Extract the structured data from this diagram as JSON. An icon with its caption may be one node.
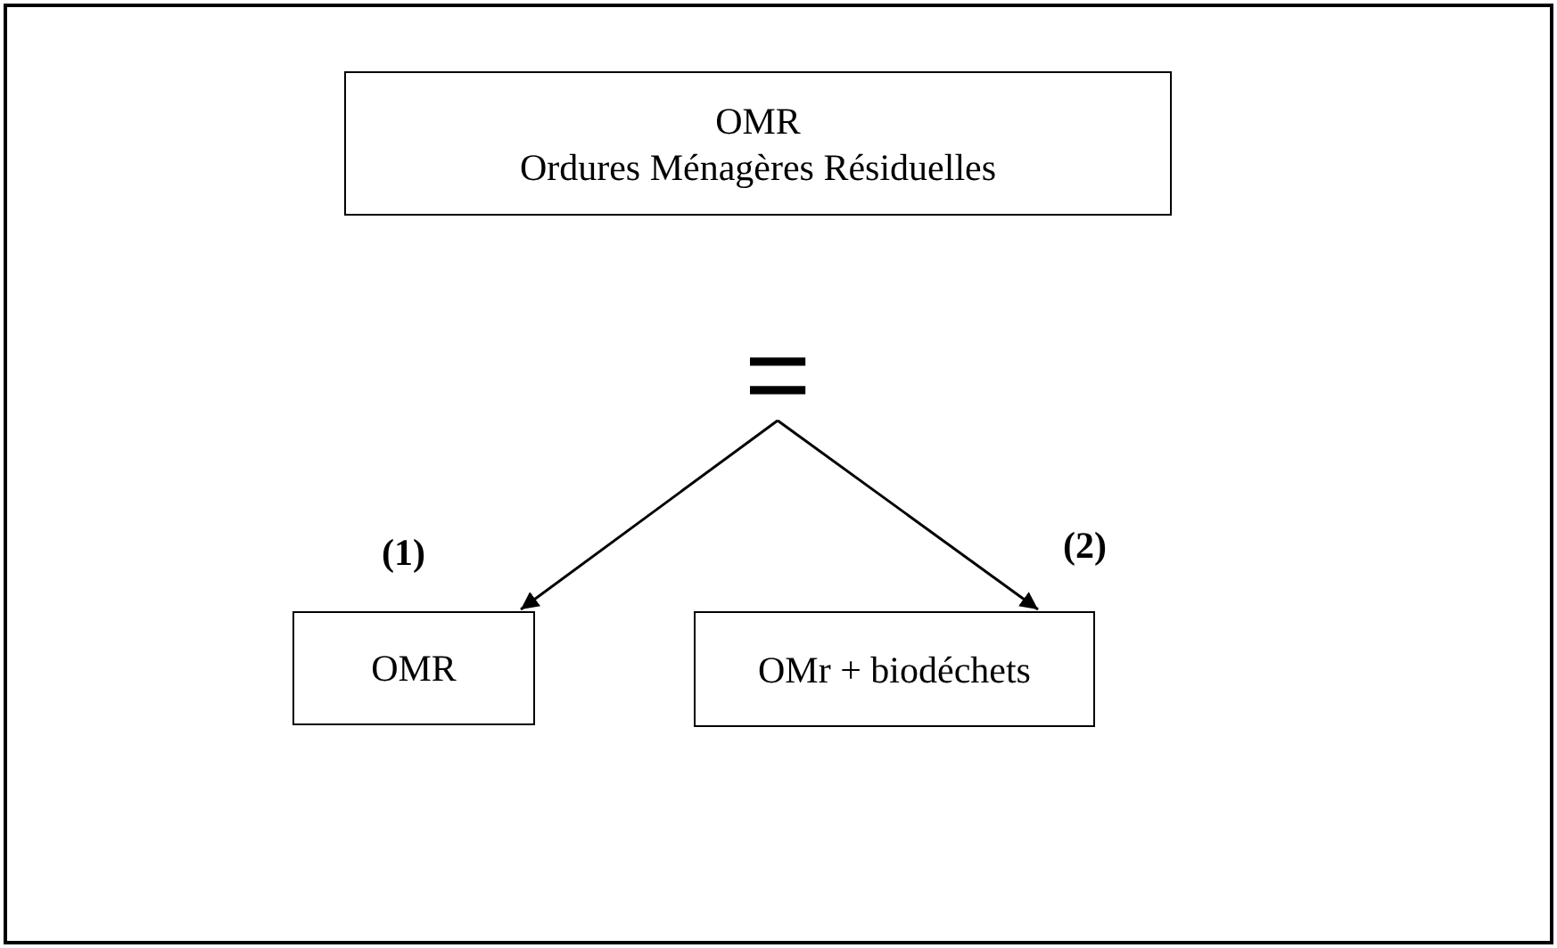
{
  "diagram": {
    "nodes": [
      {
        "text": [
          "OMR",
          "Ordures Ménagères Résiduelles"
        ]
      },
      {
        "text": [
          "="
        ]
      },
      {
        "text": [
          "OMR"
        ]
      },
      {
        "text": [
          "OMr + biodéchets"
        ]
      }
    ],
    "edges": [
      {
        "from": 1,
        "to": 2,
        "arrow": "to",
        "label": "(1)"
      },
      {
        "from": 1,
        "to": 3,
        "arrow": "to",
        "label": "(2)"
      }
    ]
  }
}
